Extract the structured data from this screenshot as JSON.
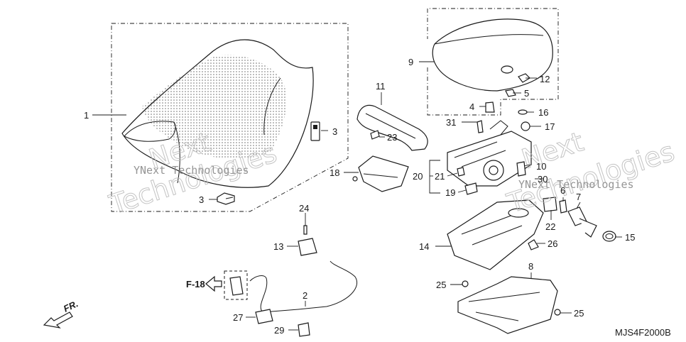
{
  "callouts": [
    {
      "id": "c1",
      "label": "1"
    },
    {
      "id": "c2",
      "label": "2"
    },
    {
      "id": "c3a",
      "label": "3"
    },
    {
      "id": "c3b",
      "label": "3"
    },
    {
      "id": "c4",
      "label": "4"
    },
    {
      "id": "c5",
      "label": "5"
    },
    {
      "id": "c6",
      "label": "6"
    },
    {
      "id": "c7",
      "label": "7"
    },
    {
      "id": "c8",
      "label": "8"
    },
    {
      "id": "c9",
      "label": "9"
    },
    {
      "id": "c10",
      "label": "10"
    },
    {
      "id": "c11",
      "label": "11"
    },
    {
      "id": "c12",
      "label": "12"
    },
    {
      "id": "c13",
      "label": "13"
    },
    {
      "id": "c14",
      "label": "14"
    },
    {
      "id": "c15",
      "label": "15"
    },
    {
      "id": "c16",
      "label": "16"
    },
    {
      "id": "c17",
      "label": "17"
    },
    {
      "id": "c18",
      "label": "18"
    },
    {
      "id": "c19",
      "label": "19"
    },
    {
      "id": "c20",
      "label": "20"
    },
    {
      "id": "c21",
      "label": "21"
    },
    {
      "id": "c22",
      "label": "22"
    },
    {
      "id": "c23",
      "label": "23"
    },
    {
      "id": "c24",
      "label": "24"
    },
    {
      "id": "c25a",
      "label": "25"
    },
    {
      "id": "c25b",
      "label": "25"
    },
    {
      "id": "c26",
      "label": "26"
    },
    {
      "id": "c27",
      "label": "27"
    },
    {
      "id": "c29",
      "label": "29"
    },
    {
      "id": "c30",
      "label": "30"
    },
    {
      "id": "c31",
      "label": "31"
    }
  ],
  "reference_label": "F-18",
  "front_label": "FR.",
  "diagram_code": "MJS4F2000B",
  "watermark": {
    "line1": "Next",
    "line2": "Technologies",
    "brand": "YNext Technologies"
  },
  "colors": {
    "ink": "#1a1a1a",
    "watermark": "#bdbdbd",
    "background": "#ffffff"
  }
}
